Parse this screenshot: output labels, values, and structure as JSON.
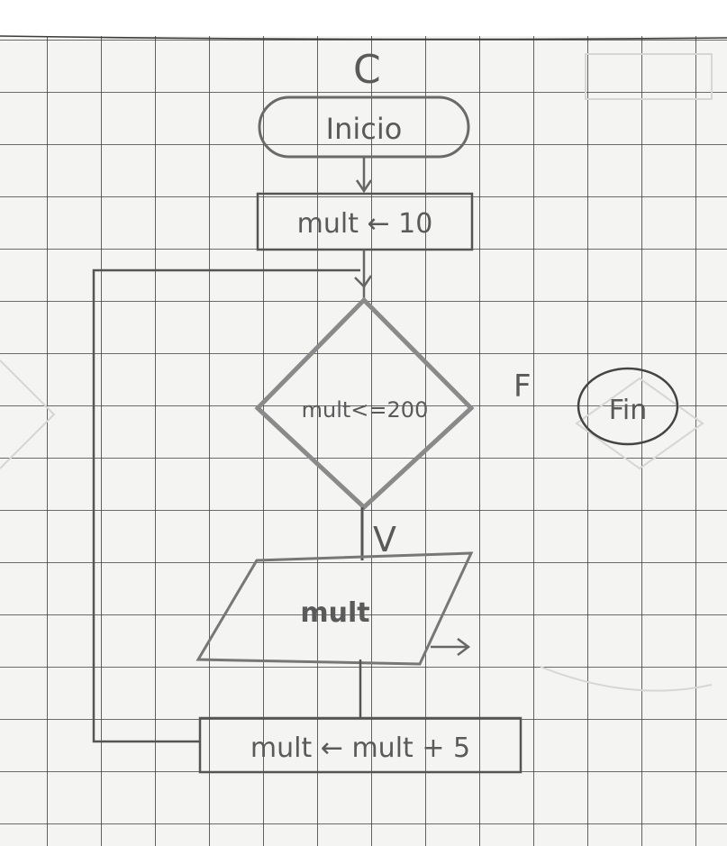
{
  "flowchart": {
    "start_label": "Inicio",
    "top_mark": "C",
    "init_label": "mult ← 10",
    "decision_label": "mult<=200",
    "false_label": "F",
    "true_label": "V",
    "output_label": "mult",
    "update_label": "mult ← mult + 5",
    "end_label": "Fin"
  }
}
